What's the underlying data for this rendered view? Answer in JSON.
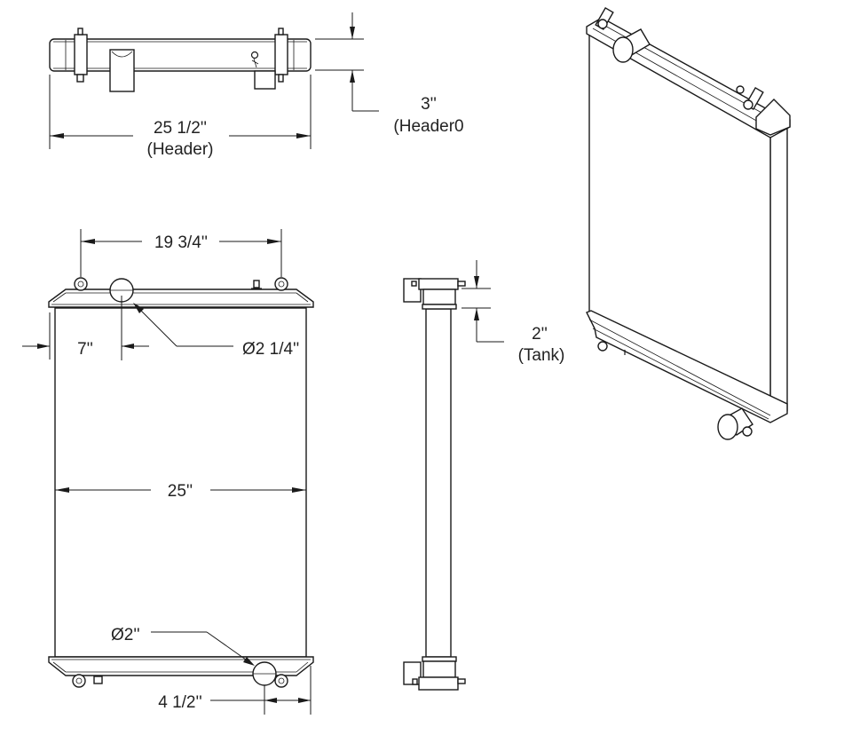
{
  "drawing": {
    "top_view": {
      "header_length_value": "25 1/2''",
      "header_length_label": "(Header)",
      "header_height_value": "3''",
      "header_height_label": "(Header0"
    },
    "front_view": {
      "port_spacing": "19 3/4''",
      "inlet_offset": "7''",
      "inlet_diameter": "Ø2 1/4''",
      "core_width": "25''",
      "outlet_diameter": "Ø2''",
      "outlet_offset": "4 1/2''"
    },
    "side_view": {
      "tank_depth_value": "2''",
      "tank_depth_label": "(Tank)"
    }
  }
}
